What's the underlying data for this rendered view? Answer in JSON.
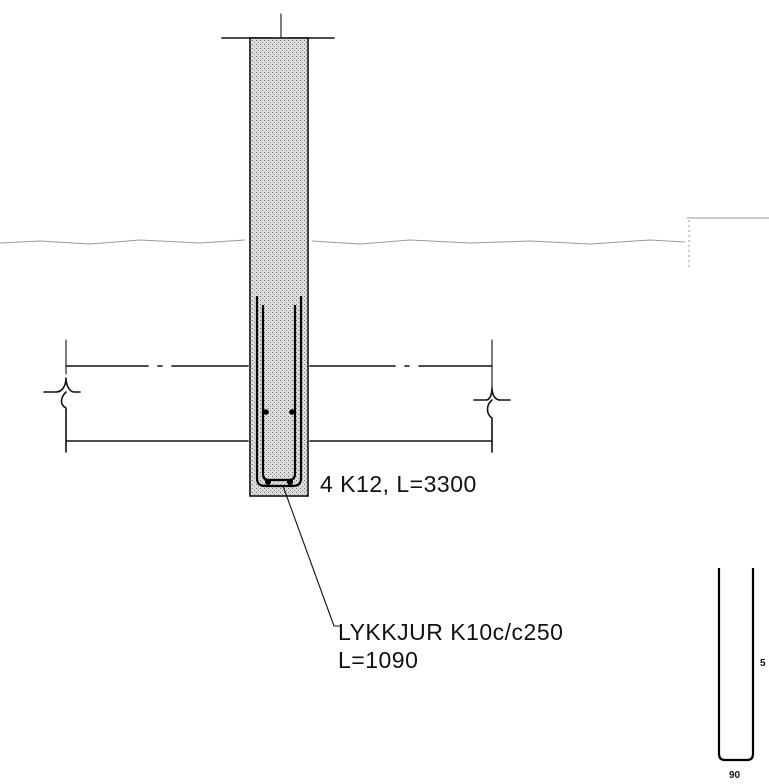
{
  "annotations": {
    "main_bars": "4 K12, L=3300",
    "stirrup_line1": "LYKKJUR K10c/c250",
    "stirrup_line2": "L=1090"
  },
  "bending_shape": {
    "height_label": "5",
    "width_label": "90"
  },
  "colors": {
    "ink": "#111111",
    "concrete_fill": "#c8c8c8",
    "scan_noise": "#9a9a9a"
  }
}
